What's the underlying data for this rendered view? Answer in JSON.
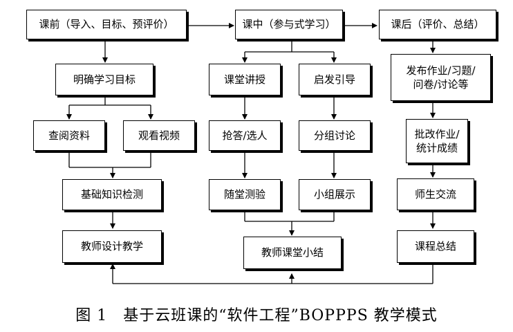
{
  "diagram": {
    "col1": {
      "header": "课前（导入、目标、预评价）",
      "goal": "明确学习目标",
      "research": "查阅资料",
      "video": "观看视频",
      "check": "基础知识检测",
      "design": "教师设计教学"
    },
    "col2": {
      "header": "课中（参与式学习）",
      "lecture": "课堂讲授",
      "inspire": "启发引导",
      "answer": "抢答/选人",
      "group_discuss": "分组讨论",
      "quiz": "随堂测验",
      "group_show": "小组展示",
      "summary": "教师课堂小结"
    },
    "col3": {
      "header": "课后（评价、总结）",
      "assign": "发布作业/习题/问卷/讨论等",
      "grade": "批改作业/统计成绩",
      "exchange": "师生交流",
      "course_summary": "课程总结"
    }
  },
  "caption": "图 1　基于云班课的“软件工程”BOPPPS 教学模式"
}
